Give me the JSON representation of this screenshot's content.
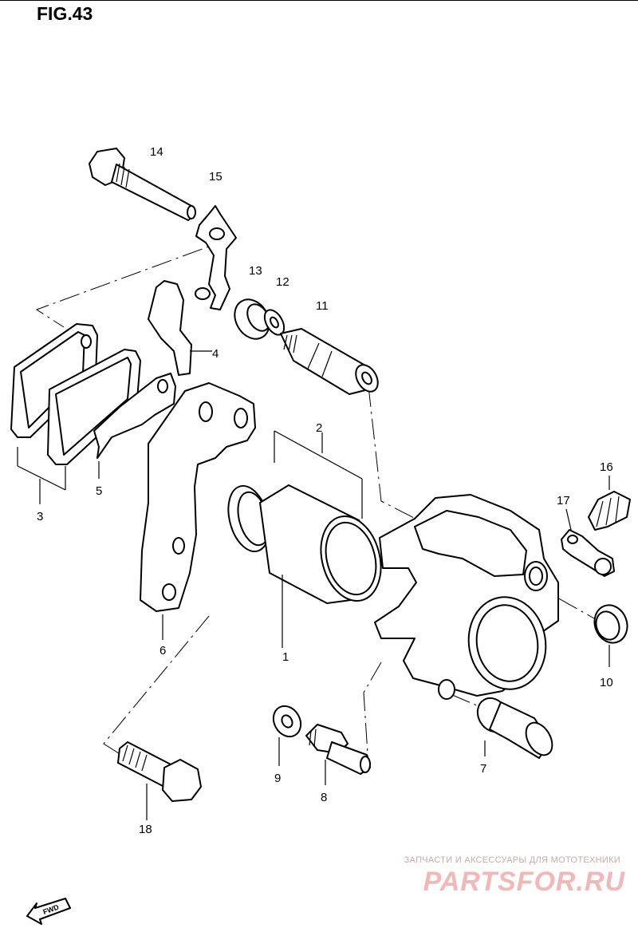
{
  "figure": {
    "title": "FIG.43"
  },
  "callouts": [
    "1",
    "2",
    "3",
    "4",
    "5",
    "6",
    "7",
    "8",
    "9",
    "10",
    "11",
    "12",
    "13",
    "14",
    "15",
    "16",
    "17",
    "18"
  ],
  "fwd_label": "FWD",
  "watermark": {
    "top_text": "ЗАПЧАСТИ И АКСЕССУАРЫ ДЛЯ МОТОТЕХНИКИ",
    "brand": "PARTSFOR.RU"
  }
}
